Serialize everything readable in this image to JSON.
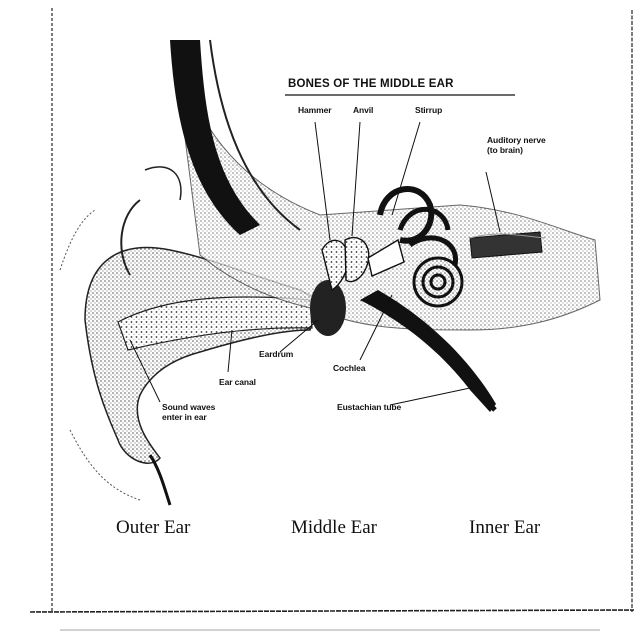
{
  "diagram": {
    "title": "BONES OF THE MIDDLE EAR",
    "labels": {
      "hammer": "Hammer",
      "anvil": "Anvil",
      "stirrup": "Stirrup",
      "auditory_nerve_line1": "Auditory nerve",
      "auditory_nerve_line2": "(to brain)",
      "eardrum": "Eardrum",
      "ear_canal": "Ear canal",
      "cochlea": "Cochlea",
      "sound_waves_line1": "Sound waves",
      "sound_waves_line2": "enter in ear",
      "eustachian_tube": "Eustachian tube"
    },
    "regions": {
      "outer": "Outer Ear",
      "middle": "Middle Ear",
      "inner": "Inner Ear"
    }
  }
}
